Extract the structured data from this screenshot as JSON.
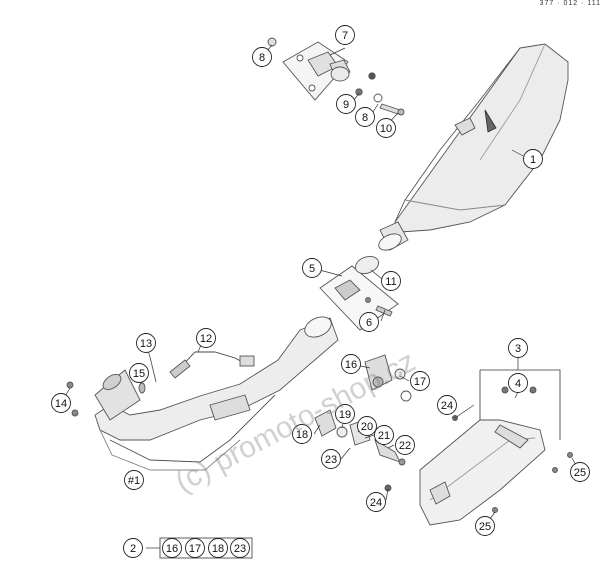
{
  "header": {
    "corner_text": "377 · 012 · 111"
  },
  "watermark": {
    "text": "(c) promoto-shop.cz"
  },
  "callouts": [
    {
      "id": "c1",
      "label": "1"
    },
    {
      "id": "c2",
      "label": "2"
    },
    {
      "id": "c3",
      "label": "3"
    },
    {
      "id": "c4",
      "label": "4"
    },
    {
      "id": "c5",
      "label": "5"
    },
    {
      "id": "c6",
      "label": "6"
    },
    {
      "id": "c7",
      "label": "7"
    },
    {
      "id": "c8a",
      "label": "8"
    },
    {
      "id": "c8b",
      "label": "8"
    },
    {
      "id": "c9",
      "label": "9"
    },
    {
      "id": "c10",
      "label": "10"
    },
    {
      "id": "c11",
      "label": "11"
    },
    {
      "id": "c12",
      "label": "12"
    },
    {
      "id": "c13",
      "label": "13"
    },
    {
      "id": "c14",
      "label": "14"
    },
    {
      "id": "c15",
      "label": "15"
    },
    {
      "id": "c16",
      "label": "16"
    },
    {
      "id": "c17",
      "label": "17"
    },
    {
      "id": "c18",
      "label": "18"
    },
    {
      "id": "c19",
      "label": "19"
    },
    {
      "id": "c20",
      "label": "20"
    },
    {
      "id": "c21",
      "label": "21"
    },
    {
      "id": "c22",
      "label": "22"
    },
    {
      "id": "c23",
      "label": "23"
    },
    {
      "id": "c24a",
      "label": "24"
    },
    {
      "id": "c24b",
      "label": "24"
    },
    {
      "id": "c25a",
      "label": "25"
    },
    {
      "id": "c25b",
      "label": "25"
    },
    {
      "id": "c1hash",
      "label": "#1"
    }
  ],
  "kit_group": {
    "parent": "2",
    "members": [
      "16",
      "17",
      "18",
      "23"
    ]
  }
}
